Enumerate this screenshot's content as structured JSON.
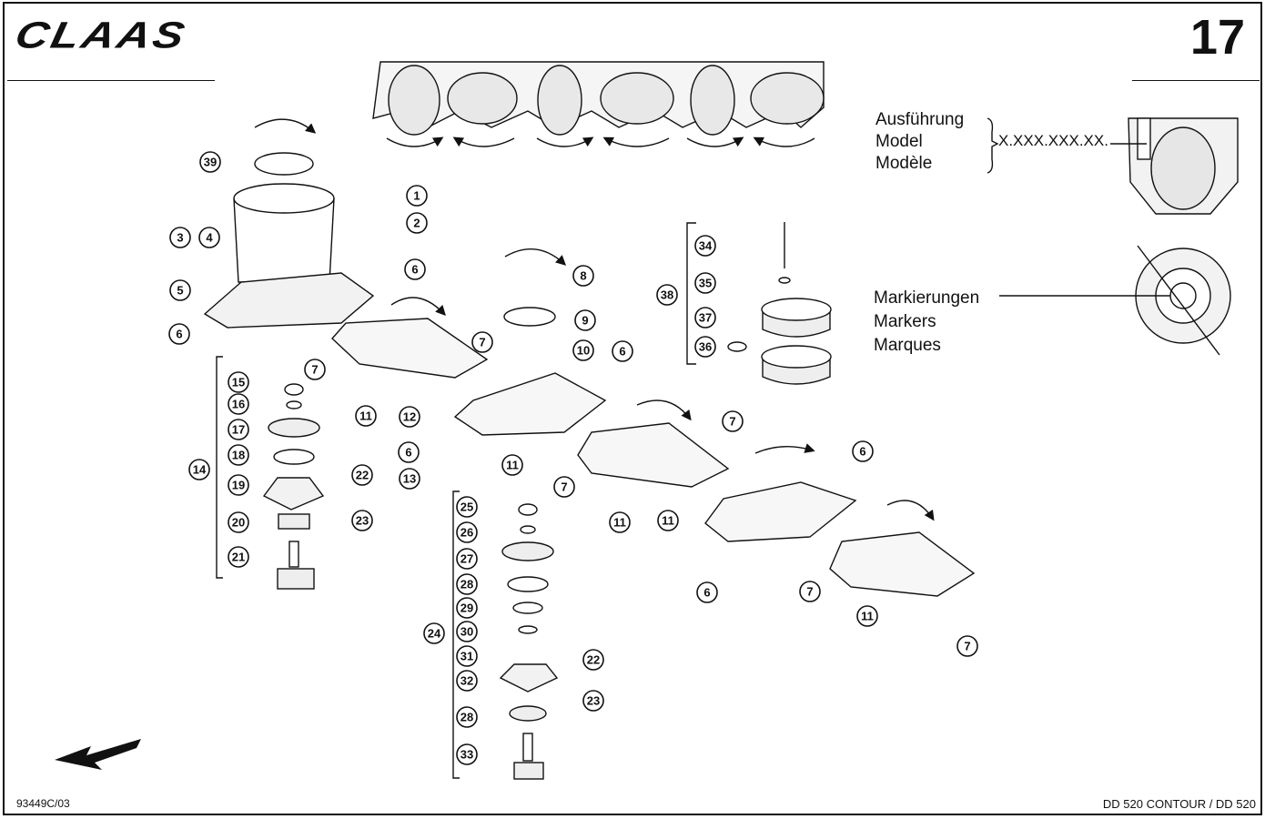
{
  "header": {
    "logo_text": "CLAAS",
    "page_number": "17"
  },
  "variant_label": {
    "lines": [
      "Ausführung",
      "Model",
      "Modèle"
    ],
    "serial": "X.XXX.XXX.XX."
  },
  "markers_label": {
    "lines": [
      "Markierungen",
      "Markers",
      "Marques"
    ]
  },
  "footer": {
    "figure_id": "93449C/03",
    "model": "DD 520 CONTOUR / DD 520"
  },
  "callouts": [
    {
      "n": "39"
    },
    {
      "n": "1"
    },
    {
      "n": "2"
    },
    {
      "n": "3"
    },
    {
      "n": "4"
    },
    {
      "n": "6"
    },
    {
      "n": "5"
    },
    {
      "n": "6"
    },
    {
      "n": "7"
    },
    {
      "n": "7"
    },
    {
      "n": "11"
    },
    {
      "n": "15"
    },
    {
      "n": "16"
    },
    {
      "n": "17"
    },
    {
      "n": "18"
    },
    {
      "n": "14"
    },
    {
      "n": "19"
    },
    {
      "n": "22"
    },
    {
      "n": "20"
    },
    {
      "n": "23"
    },
    {
      "n": "21"
    },
    {
      "n": "8"
    },
    {
      "n": "9"
    },
    {
      "n": "10"
    },
    {
      "n": "6"
    },
    {
      "n": "12"
    },
    {
      "n": "6"
    },
    {
      "n": "11"
    },
    {
      "n": "13"
    },
    {
      "n": "7"
    },
    {
      "n": "7"
    },
    {
      "n": "11"
    },
    {
      "n": "6"
    },
    {
      "n": "11"
    },
    {
      "n": "7"
    },
    {
      "n": "6"
    },
    {
      "n": "11"
    },
    {
      "n": "7"
    },
    {
      "n": "25"
    },
    {
      "n": "26"
    },
    {
      "n": "27"
    },
    {
      "n": "28"
    },
    {
      "n": "29"
    },
    {
      "n": "24"
    },
    {
      "n": "30"
    },
    {
      "n": "31"
    },
    {
      "n": "22"
    },
    {
      "n": "32"
    },
    {
      "n": "23"
    },
    {
      "n": "28"
    },
    {
      "n": "33"
    },
    {
      "n": "34"
    },
    {
      "n": "35"
    },
    {
      "n": "38"
    },
    {
      "n": "37"
    },
    {
      "n": "36"
    }
  ]
}
